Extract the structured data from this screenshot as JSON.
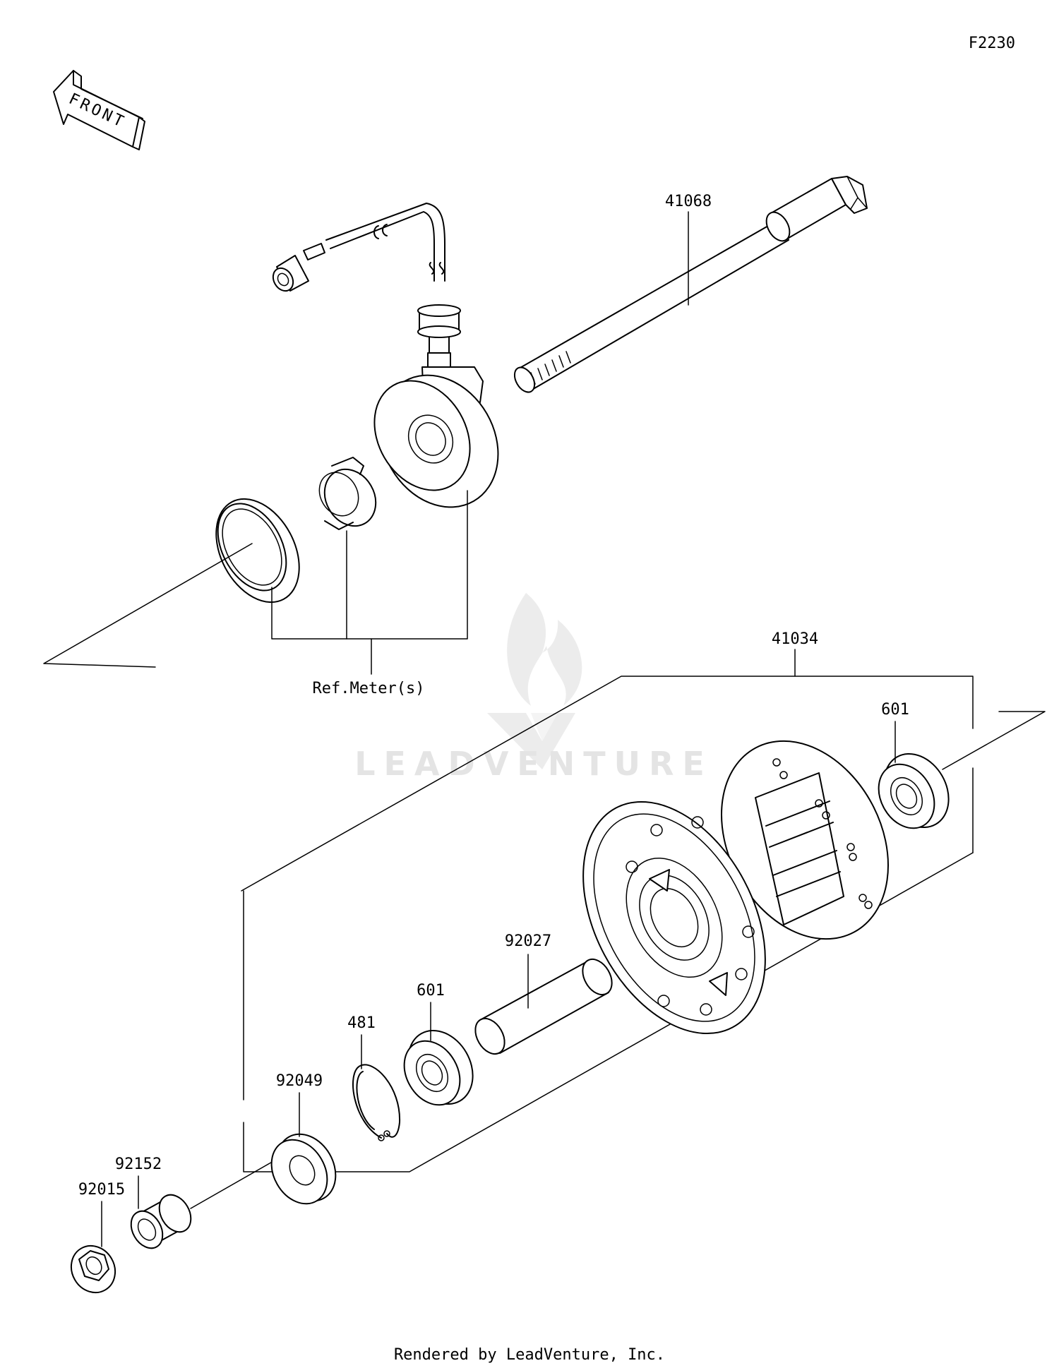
{
  "diagram_code": "F2230",
  "front_label": "FRONT",
  "watermark": "LEADVENTURE",
  "footer": "Rendered by LeadVenture, Inc.",
  "parts": {
    "axle": "41068",
    "hub": "41034",
    "bearing_right": "601",
    "sleeve": "92027",
    "bearing_left": "601",
    "circlip": "481",
    "seal_washer": "92049",
    "collar": "92152",
    "nut": "92015",
    "meter_ref": "Ref.Meter(s)"
  }
}
